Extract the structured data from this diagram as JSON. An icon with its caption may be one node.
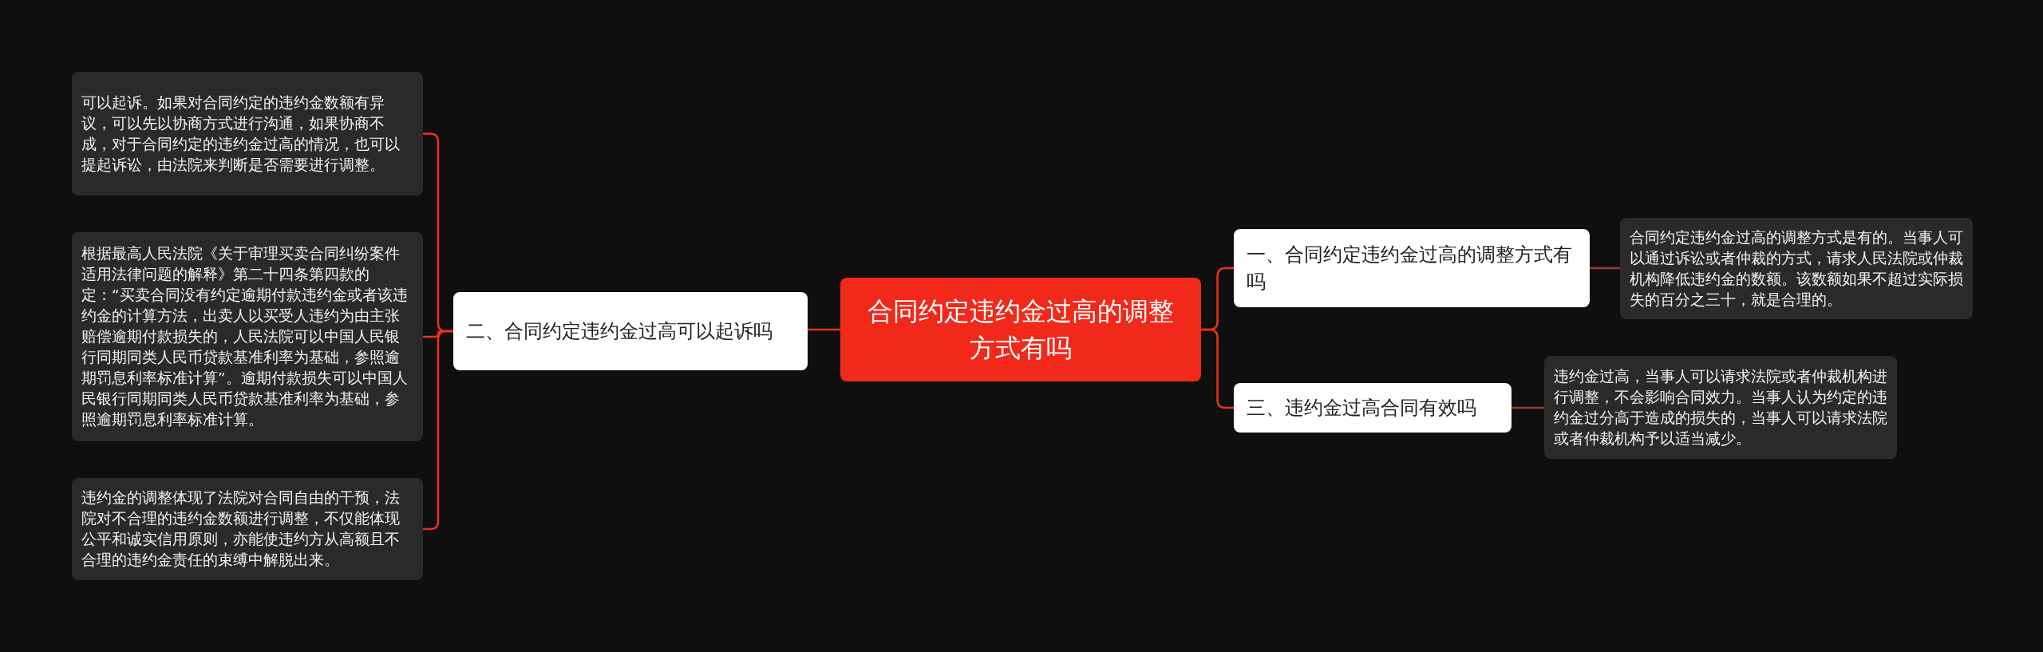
{
  "diagram": {
    "nodes": [
      {
        "text": [
          "合同约定违约金过高的调整方式有吗"
        ]
      },
      {
        "text": [
          "二、合同约定违约金过高可以起诉吗"
        ]
      },
      {
        "text": [
          "可以起诉。如果对合同约定的违约金数额有异议，可以先以协商方式进行沟通，如果协商不成，对于合同约定的违约金过高的情况，也可以提起诉讼，由法院来判断是否需要进行调整。"
        ]
      },
      {
        "text": [
          "根据最高人民法院《关于审理买卖合同纠纷案件适用法律问题的解释》第二十四条第四款的定：“买卖合同没有约定逾期付款违约金或者该违约金的计算方法，出卖人以买受人违约为由主张赔偿逾期付款损失的，人民法院可以中国人民银行同期同类人民币贷款基准利率为基础，参照逾期罚息利率标准计算”。逾期付款损失可以中国人民银行同期同类人民币贷款基准利率为基础，参照逾期罚息利率标准计算。"
        ]
      },
      {
        "text": [
          "违约金的调整体现了法院对合同自由的干预，法院对不合理的违约金数额进行调整，不仅能体现公平和诚实信用原则，亦能使违约方从高额且不合理的违约金责任的束缚中解脱出来。"
        ]
      },
      {
        "text": [
          "一、合同约定违约金过高的调整方式有吗"
        ]
      },
      {
        "text": [
          "合同约定违约金过高的调整方式是有的。当事人可以通过诉讼或者仲裁的方式，请求人民法院或仲裁机构降低违约金的数额。该数额如果不超过实际损失的百分之三十，就是合理的。"
        ]
      },
      {
        "text": [
          "三、违约金过高合同有效吗"
        ]
      },
      {
        "text": [
          "违约金过高，当事人可以请求法院或者仲裁机构进行调整，不会影响合同效力。当事人认为约定的违约金过分高于造成的损失的，当事人可以请求法院或者仲裁机构予以适当减少。"
        ]
      }
    ],
    "edges": [
      {
        "from": 0,
        "to": 1,
        "arrow": "none"
      },
      {
        "from": 1,
        "to": 2,
        "arrow": "none"
      },
      {
        "from": 1,
        "to": 3,
        "arrow": "none"
      },
      {
        "from": 1,
        "to": 4,
        "arrow": "none"
      },
      {
        "from": 0,
        "to": 5,
        "arrow": "none"
      },
      {
        "from": 5,
        "to": 6,
        "arrow": "none",
        "color": "#9b3a32"
      },
      {
        "from": 0,
        "to": 7,
        "arrow": "none"
      },
      {
        "from": 7,
        "to": 8,
        "arrow": "none",
        "color": "#9b3a32"
      }
    ]
  }
}
